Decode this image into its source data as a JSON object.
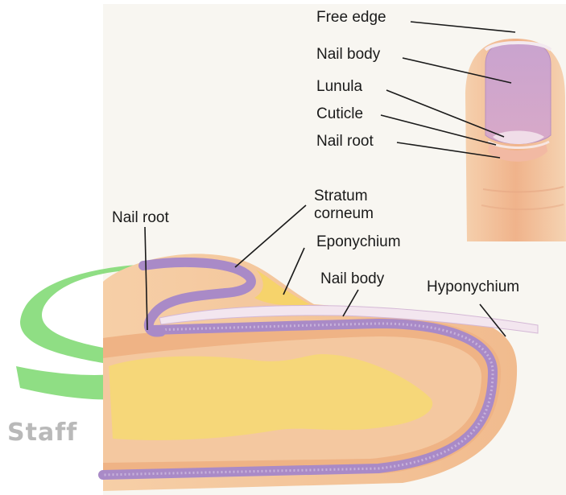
{
  "labels": {
    "free_edge": "Free edge",
    "nail_body_top": "Nail body",
    "lunula": "Lunula",
    "cuticle": "Cuticle",
    "nail_root_top": "Nail root",
    "stratum": "Stratum\ncorneum",
    "nail_root_side": "Nail root",
    "eponychium": "Eponychium",
    "nail_body_side": "Nail body",
    "hyponychium": "Hyponychium"
  },
  "watermark": {
    "text": "Staff"
  },
  "colors": {
    "skin": "#f3c49a",
    "skin_dark": "#e9a877",
    "bone": "#f6d779",
    "nail": "#a98ac7",
    "watermark_green": "#7bd86e"
  }
}
